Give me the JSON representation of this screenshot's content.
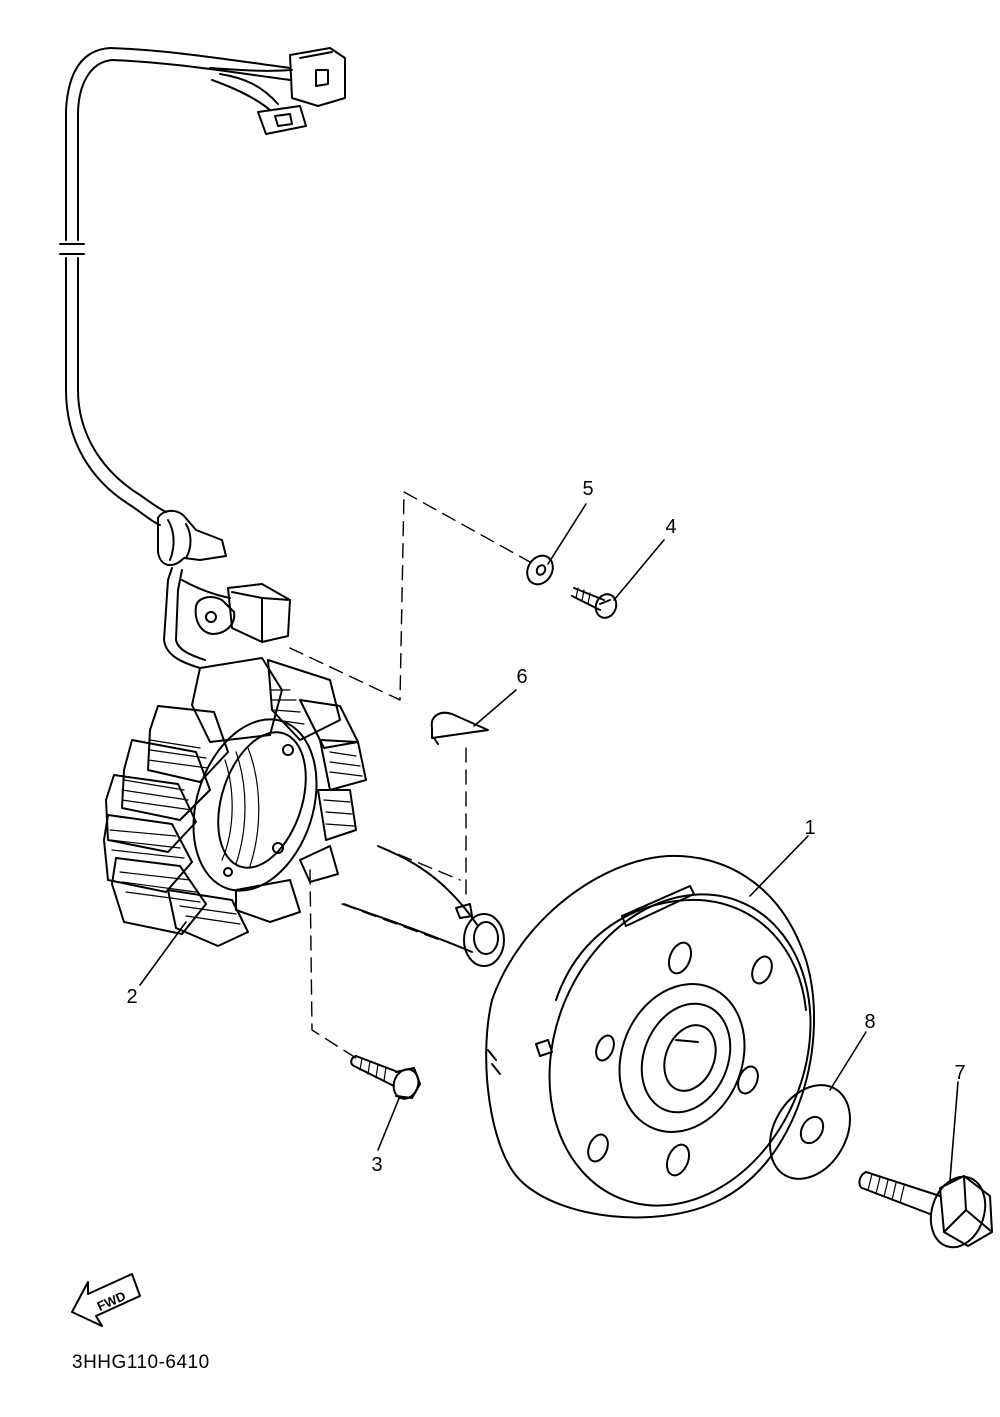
{
  "diagram": {
    "callouts": {
      "c1": "1",
      "c2": "2",
      "c3": "3",
      "c4": "4",
      "c5": "5",
      "c6": "6",
      "c7": "7",
      "c8": "8"
    },
    "fwd_label": "FWD",
    "drawing_code": "3HHG110-6410"
  }
}
